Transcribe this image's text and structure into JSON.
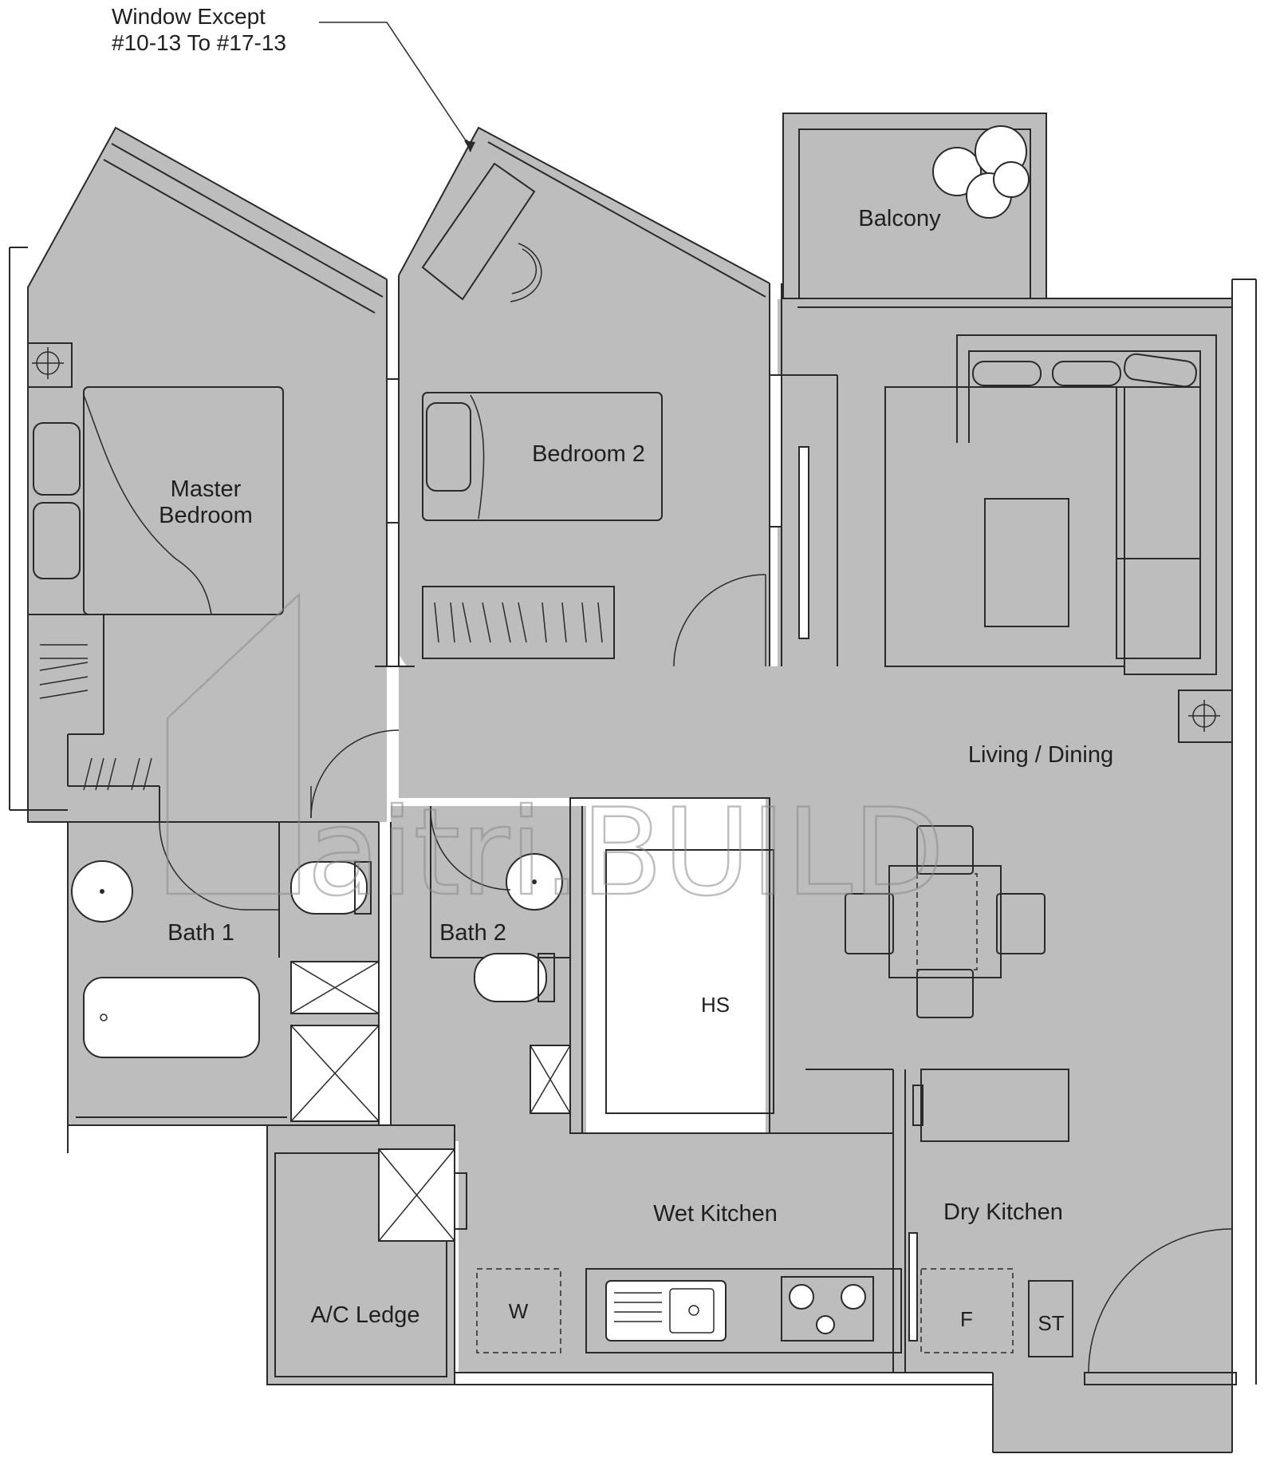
{
  "annotation": {
    "line1": "Window Except",
    "line2": "#10-13 To #17-13"
  },
  "rooms": {
    "balcony": "Balcony",
    "master_bedroom_line1": "Master",
    "master_bedroom_line2": "Bedroom",
    "bedroom_2": "Bedroom 2",
    "living_dining": "Living / Dining",
    "bath_1": "Bath 1",
    "bath_2": "Bath 2",
    "household_shelter": "HS",
    "wet_kitchen": "Wet Kitchen",
    "dry_kitchen": "Dry Kitchen",
    "ac_ledge": "A/C Ledge"
  },
  "fixtures": {
    "washer": "W",
    "fridge": "F",
    "store": "ST"
  },
  "watermark": "aitri.BUILD",
  "colors": {
    "floor": "#bdbdbd",
    "wall_line": "#2a2a2a",
    "background": "#ffffff"
  }
}
